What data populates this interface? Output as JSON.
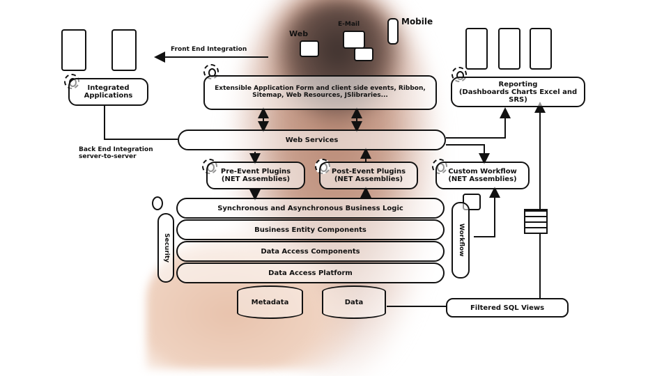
{
  "channels": {
    "web": "Web",
    "email": "E-Mail",
    "mobile": "Mobile"
  },
  "front_end": "Front End Integration",
  "back_end": "Back End Integration\nserver-to-server",
  "integrated": "Integrated\nApplications",
  "extensible": "Extensible Application  Form and client side events, Ribbon,\nSitemap, Web Resources, JSlibraries...",
  "reporting": "Reporting\n(Dashboards Charts Excel and\nSRS)",
  "web_services": "Web Services",
  "pre_event": "Pre-Event Plugins\n(NET Assemblies)",
  "post_event": "Post-Event Plugins\n(NET Assemblies)",
  "custom_workflow": "Custom Workflow\n(NET Assemblies)",
  "layers": [
    "Synchronous and Asynchronous Business Logic",
    "Business Entity Components",
    "Data Access Components",
    "Data Access Platform"
  ],
  "security": "Security",
  "workflow": "Workflow",
  "metadata": "Metadata",
  "data": "Data",
  "filtered_sql": "Filtered SQL Views"
}
